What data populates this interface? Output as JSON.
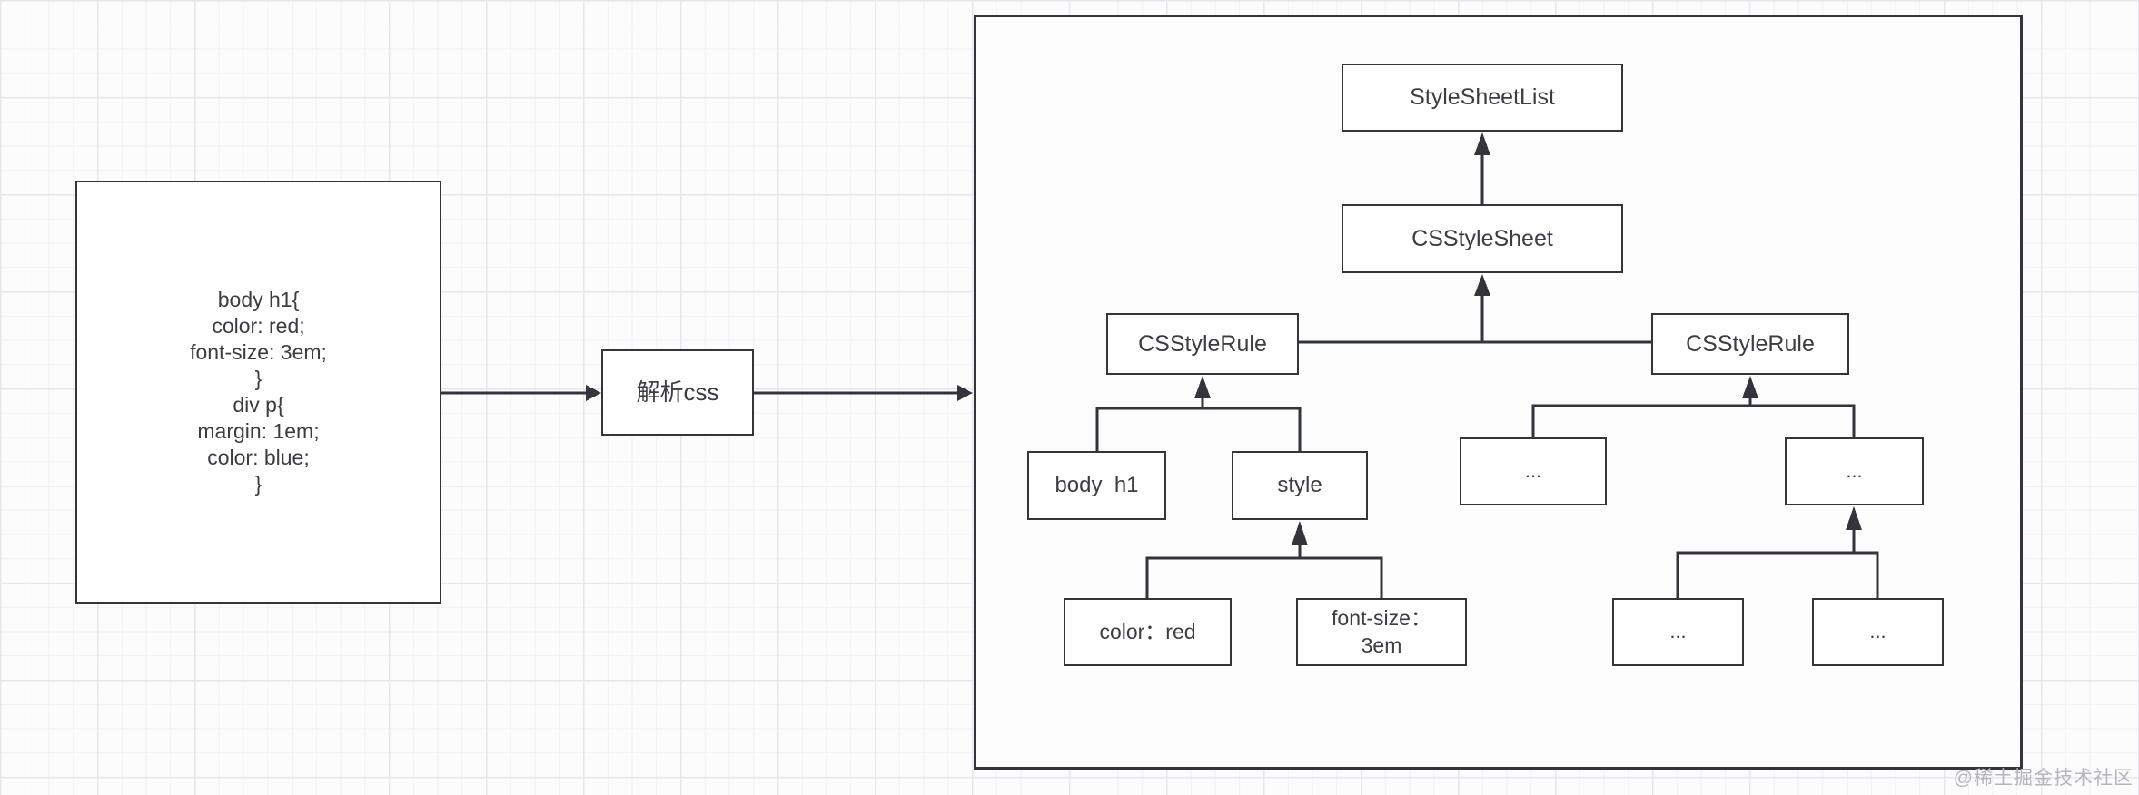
{
  "watermark": {
    "text": "@稀土掘金技术社区"
  },
  "source_box": {
    "lines": [
      "body h1{",
      "color: red;",
      "font-size: 3em;",
      "}",
      "div p{",
      "margin: 1em;",
      "color: blue;",
      "}"
    ]
  },
  "process_box": {
    "label": "解析css"
  },
  "tree": {
    "style_sheet_list": "StyleSheetList",
    "css_style_sheet": "CSStyleSheet",
    "css_style_rule_left": "CSStyleRule",
    "css_style_rule_right": "CSStyleRule",
    "selector_node": "body  h1",
    "style_node": "style",
    "decl_color": "color：red",
    "decl_font_line1": "font-size：",
    "decl_font_line2": "3em",
    "ellipsis": "..."
  },
  "colors": {
    "stroke": "#34343a",
    "text": "#3c3c42",
    "grid_minor": "#f1f1f5",
    "grid_major": "#e6e6eb",
    "watermark": "#b6b6bb"
  }
}
